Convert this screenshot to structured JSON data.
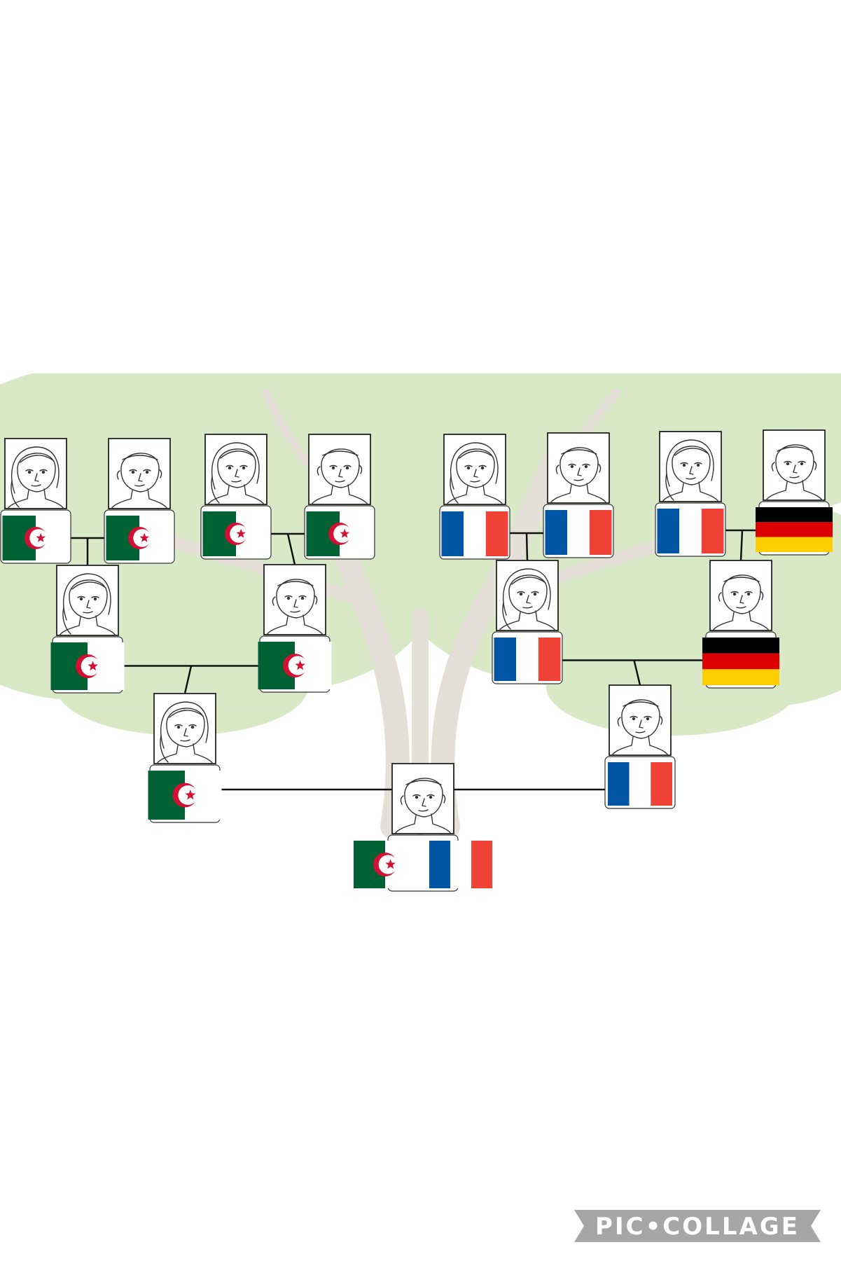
{
  "diagram": {
    "type": "family-tree",
    "people": [
      {
        "id": "ggm1",
        "face": "woman",
        "flags": [
          "algeria"
        ]
      },
      {
        "id": "ggf1",
        "face": "man",
        "flags": [
          "algeria"
        ]
      },
      {
        "id": "ggm2",
        "face": "woman",
        "flags": [
          "algeria"
        ]
      },
      {
        "id": "ggf2",
        "face": "man",
        "flags": [
          "algeria"
        ]
      },
      {
        "id": "ggm3",
        "face": "woman",
        "flags": [
          "france"
        ]
      },
      {
        "id": "ggf3",
        "face": "man",
        "flags": [
          "france"
        ]
      },
      {
        "id": "ggm4",
        "face": "woman",
        "flags": [
          "france"
        ]
      },
      {
        "id": "ggf4",
        "face": "man",
        "flags": [
          "germany"
        ]
      },
      {
        "id": "gm1",
        "face": "woman",
        "flags": [
          "algeria"
        ]
      },
      {
        "id": "gf1",
        "face": "man",
        "flags": [
          "algeria"
        ]
      },
      {
        "id": "gm2",
        "face": "woman",
        "flags": [
          "france"
        ]
      },
      {
        "id": "gf2",
        "face": "man",
        "flags": [
          "germany"
        ]
      },
      {
        "id": "mother",
        "face": "woman",
        "flags": [
          "algeria"
        ]
      },
      {
        "id": "father",
        "face": "man",
        "flags": [
          "france"
        ]
      },
      {
        "id": "child",
        "face": "man",
        "flags": [
          "algeria",
          "france"
        ]
      }
    ],
    "couples": [
      {
        "partners": [
          "ggm1",
          "ggf1"
        ],
        "child": "gm1"
      },
      {
        "partners": [
          "ggm2",
          "ggf2"
        ],
        "child": "gf1"
      },
      {
        "partners": [
          "ggm3",
          "ggf3"
        ],
        "child": "gm2"
      },
      {
        "partners": [
          "ggm4",
          "ggf4"
        ],
        "child": "gf2"
      },
      {
        "partners": [
          "gm1",
          "gf1"
        ],
        "child": "mother"
      },
      {
        "partners": [
          "gm2",
          "gf2"
        ],
        "child": "father"
      },
      {
        "partners": [
          "mother",
          "father"
        ],
        "child": "child"
      }
    ],
    "flag_colors": {
      "algeria_green": "#006233",
      "algeria_white": "#ffffff",
      "algeria_red": "#d21034",
      "france_blue": "#0055a4",
      "france_white": "#ffffff",
      "france_red": "#ef4135",
      "germany_black": "#000000",
      "germany_red": "#dd0000",
      "germany_gold": "#ffce00"
    },
    "background": {
      "foliage": "#d8e7c3",
      "trunk": "#e4e0d7"
    }
  },
  "watermark": {
    "text": "PIC•COLLAGE",
    "color": "#a6a6a6",
    "text_color": "#ffffff"
  }
}
